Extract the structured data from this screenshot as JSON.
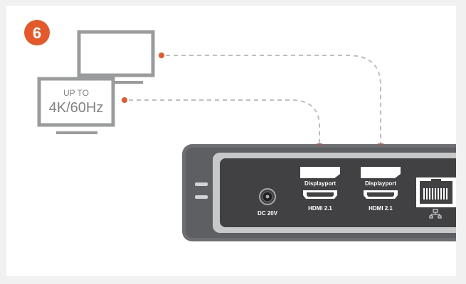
{
  "step": {
    "number": "6"
  },
  "monitor": {
    "line1": "UP TO",
    "line2": "4K/60Hz"
  },
  "dock": {
    "power_label": "DC 20V",
    "ports": [
      {
        "top": "Displayport",
        "bottom": "HDMI 2.1"
      },
      {
        "top": "Displayport",
        "bottom": "HDMI 2.1"
      }
    ],
    "ethernet_icon": "network-icon"
  },
  "colors": {
    "accent": "#e5582a",
    "monitor_stroke": "#9a9b9d",
    "dock_outer": "#6d6e71",
    "dock_panel": "#414042",
    "connector_line": "#bcbec0"
  }
}
